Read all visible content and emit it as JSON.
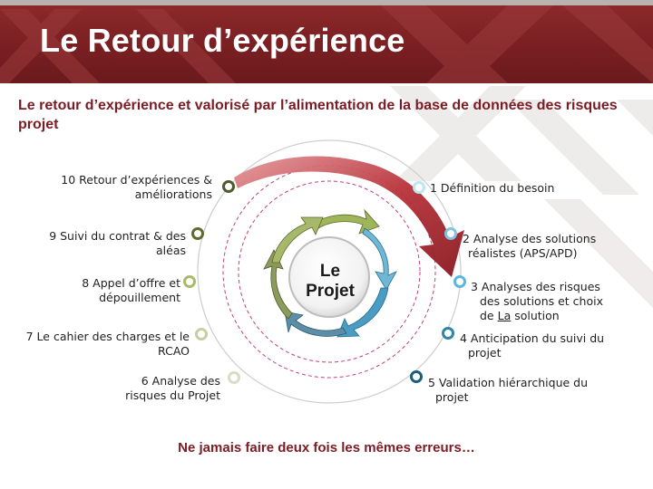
{
  "header": {
    "title": "Le Retour d’expérience"
  },
  "subtitle": "Le retour d’expérience et valorisé par l’alimentation de la base de données  des risques projet",
  "center": {
    "line1": "Le",
    "line2": "Projet"
  },
  "steps": [
    {
      "line1": "1 Définition du besoin"
    },
    {
      "line1": "2 Analyse des solutions",
      "line2": "réalistes (APS/APD)"
    },
    {
      "line1": "3 Analyses des risques",
      "line2": "des solutions et choix",
      "line3_pre": "de ",
      "line3_under": "La",
      "line3_post": " solution"
    },
    {
      "line1": "4 Anticipation du suivi du",
      "line2": "projet"
    },
    {
      "line1": "5 Validation hiérarchique du",
      "line2": "projet"
    },
    {
      "line1": "6 Analyse des",
      "line2": "risques du Projet"
    },
    {
      "line1": "7 Le cahier des charges et le",
      "line2": "RCAO"
    },
    {
      "line1": "8 Appel d’offre et",
      "line2": "dépouillement"
    },
    {
      "line1": "9  Suivi du contrat & des",
      "line2": "aléas"
    },
    {
      "line1": "10 Retour d’expériences &",
      "line2": "améliorations"
    }
  ],
  "footer": "Ne jamais faire deux fois les mêmes erreurs…",
  "colors": {
    "brand": "#7b1c24",
    "header": "#7a1f22",
    "green_dark": "#4f5b2a",
    "green": "#7f9a3b",
    "green_light": "#c6cfa4",
    "teal": "#1f6f8b",
    "blue_light": "#8fd0ec",
    "dashed_ring": "#c0407a"
  }
}
